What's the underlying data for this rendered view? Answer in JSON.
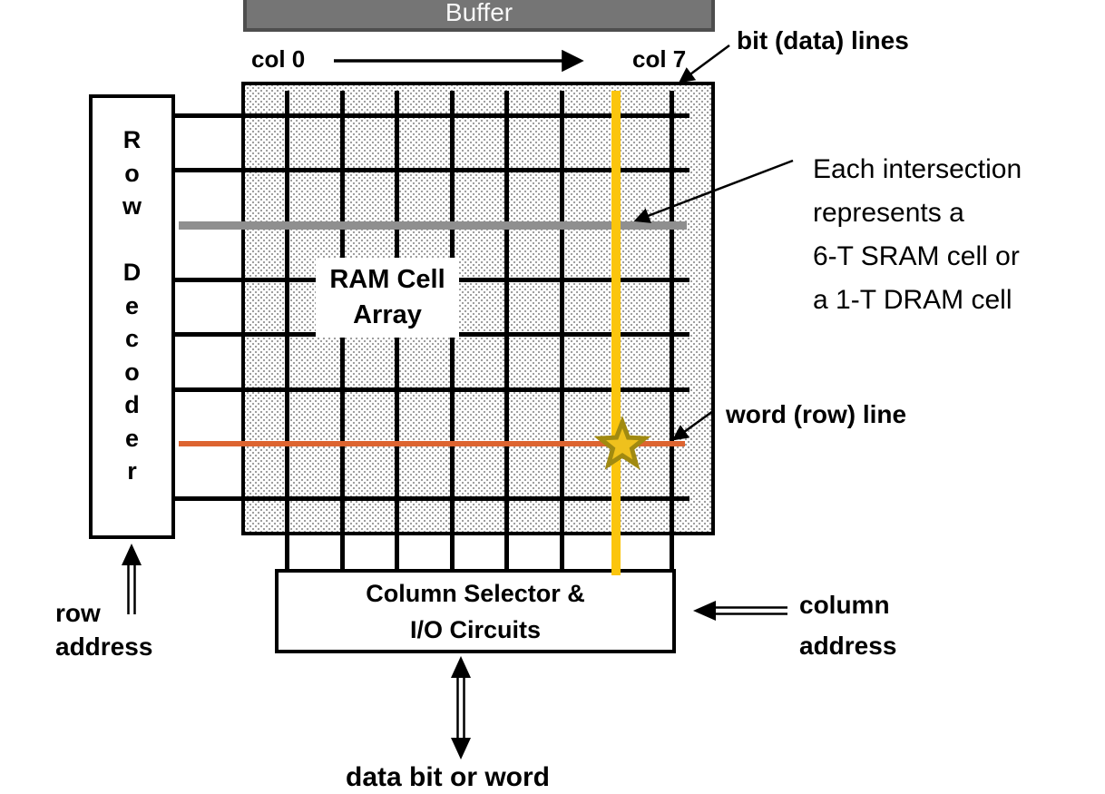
{
  "buffer": {
    "label": "Buffer"
  },
  "col_labels": {
    "start": "col 0",
    "end": "col 7"
  },
  "array": {
    "label": "RAM Cell\nArray",
    "rows": 8,
    "cols": 8,
    "gray_row_index": 2,
    "word_row_index": 6,
    "bit_col_index": 6
  },
  "row_decoder": {
    "label": "R\no\nw\n\nD\ne\nc\no\nd\ne\nr"
  },
  "column_selector": {
    "label": "Column Selector &\nI/O Circuits"
  },
  "annotations": {
    "bit_lines": "bit (data) lines",
    "intersection": "Each intersection\nrepresents a\n6-T SRAM cell or\na 1-T DRAM cell",
    "word_line": "word (row) line",
    "row_address": "row\naddress",
    "column_address": "column\naddress",
    "data_bit": "data bit or word"
  },
  "colors": {
    "grid_line": "#000000",
    "gray_row": "#8f8f8f",
    "word_row_line": "#dd6430",
    "bit_line_highlight": "#fbc50d",
    "star_fill": "#efc11d",
    "star_stroke": "#a18a10",
    "buffer_fill": "#757575",
    "buffer_border": "#4e4e4e",
    "buffer_text": "#f7f7f7",
    "array_dot": "#9f9f9f"
  }
}
